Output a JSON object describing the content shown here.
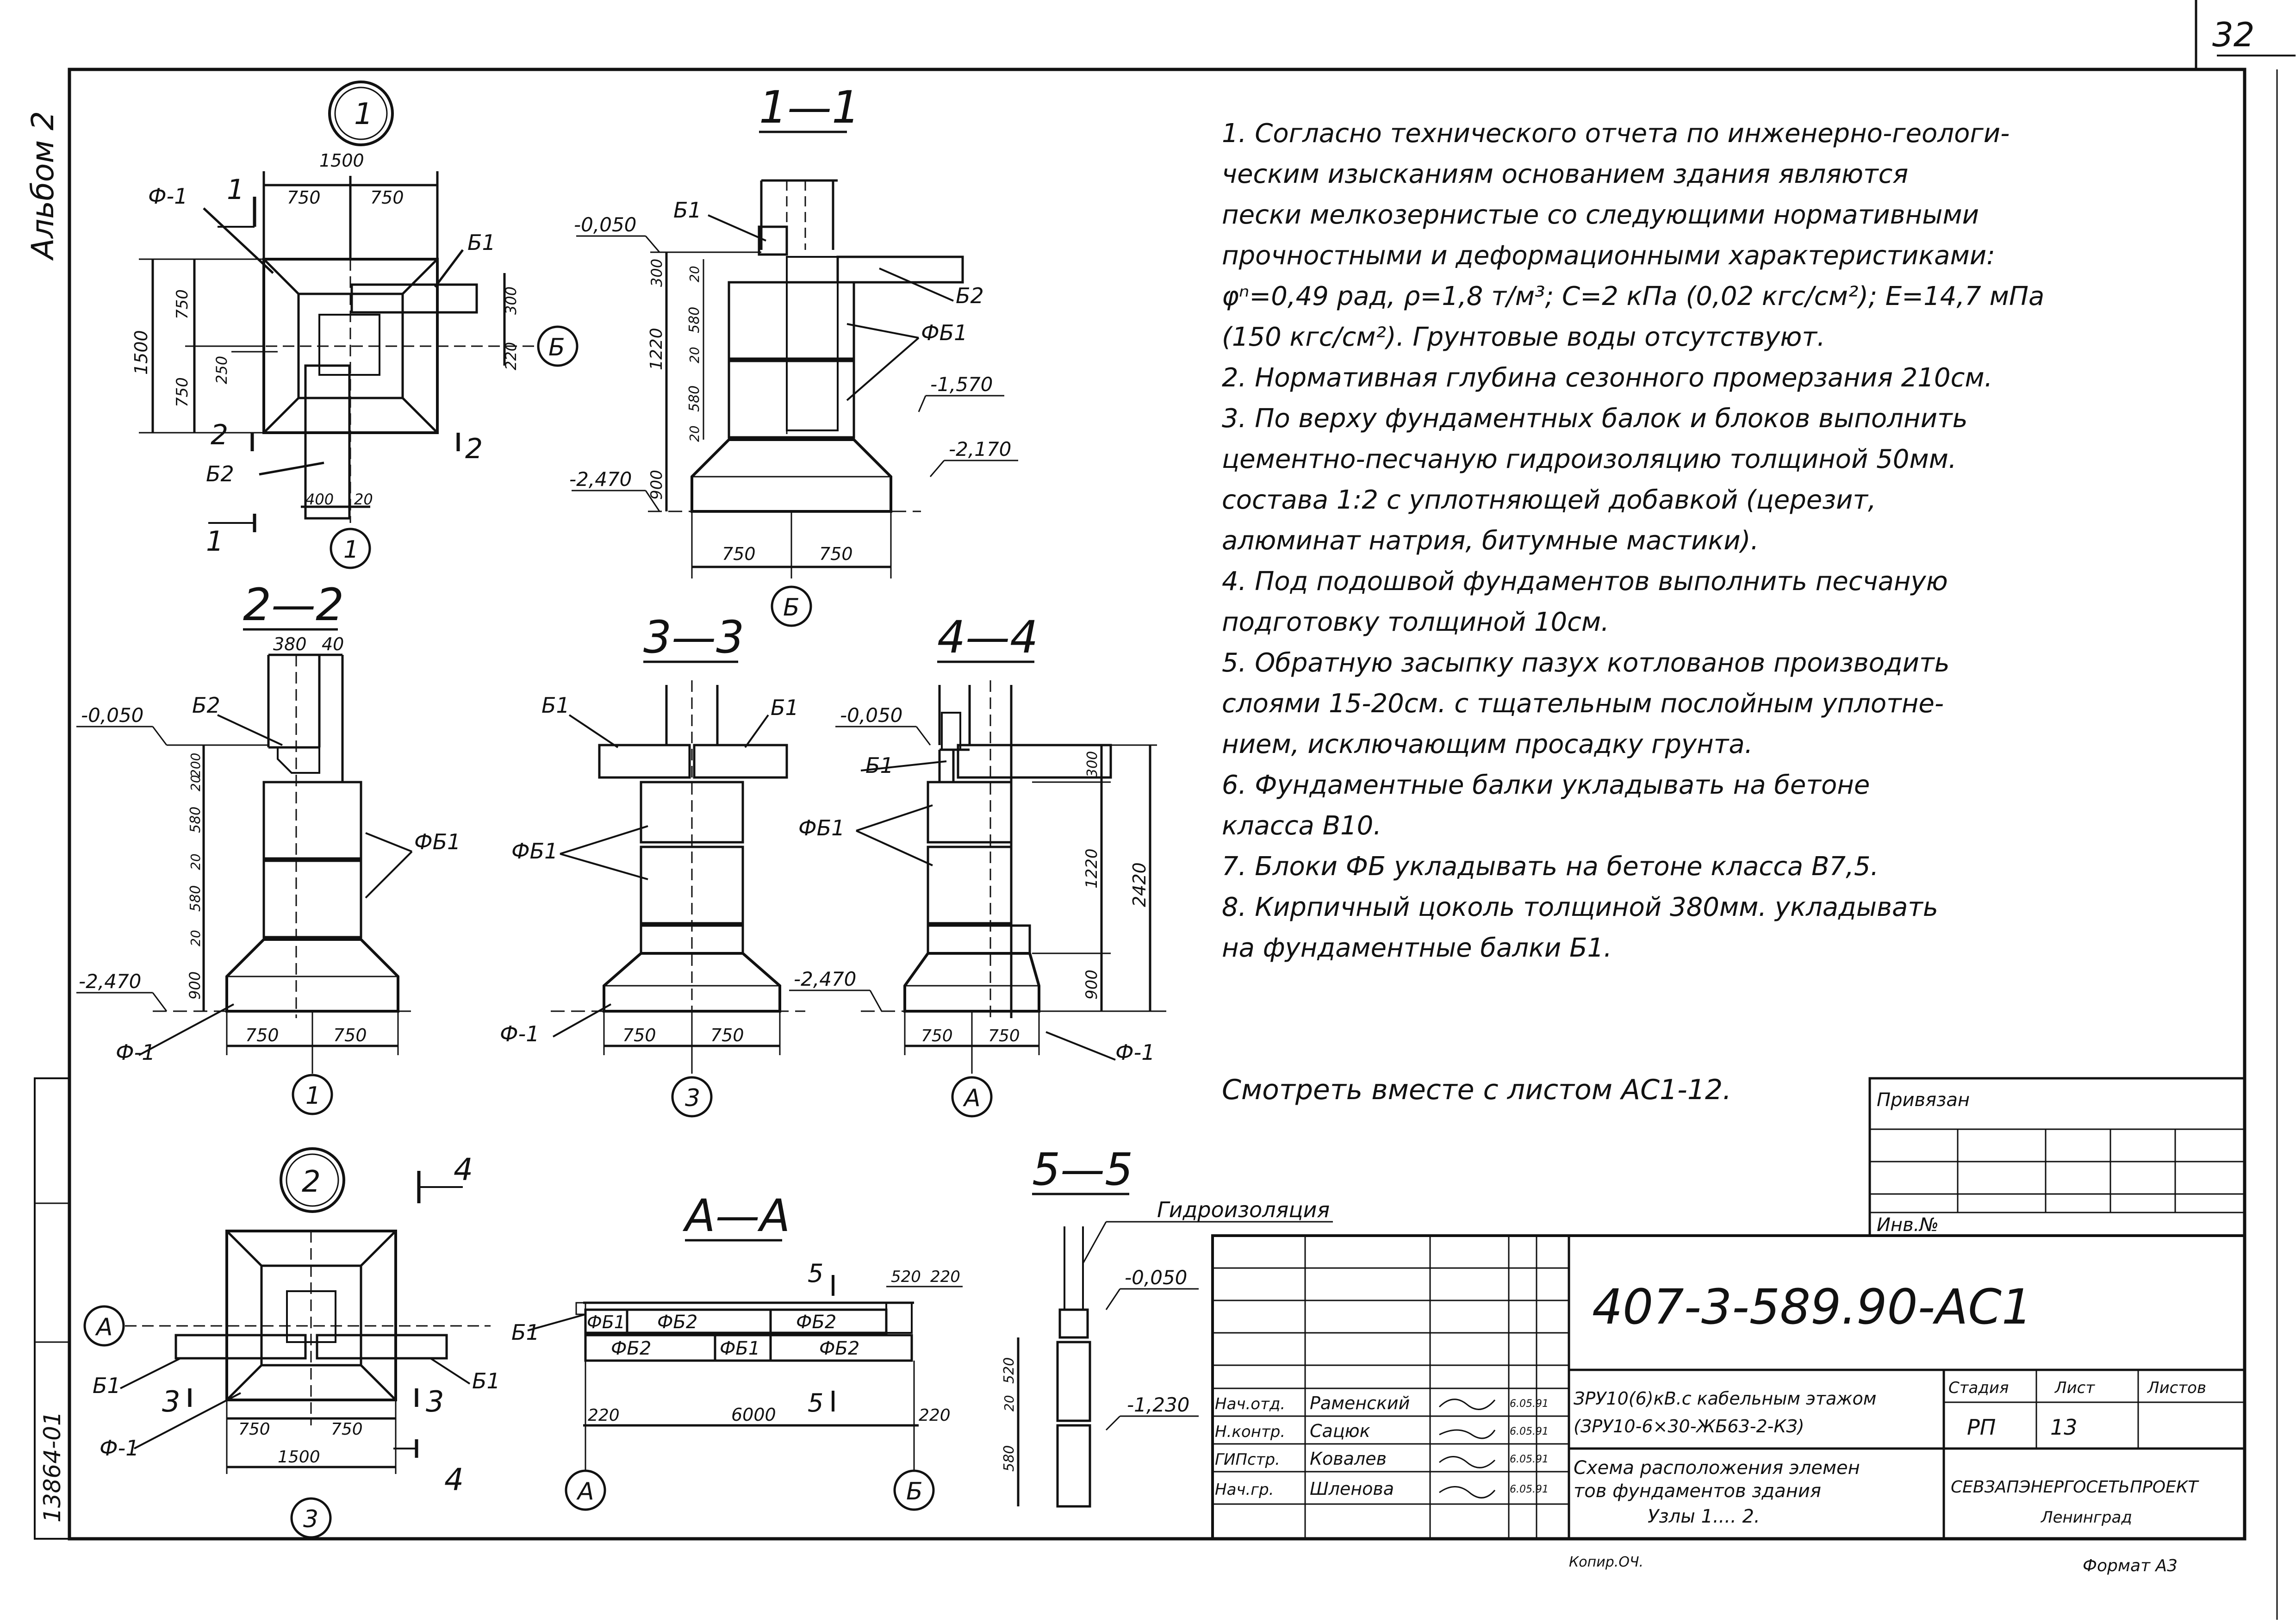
{
  "page_number": "32",
  "album_label": "Альбом 2",
  "side_stamp": "13864-01",
  "notes": [
    "1. Согласно технического отчета по инженерно-геологи-",
    "ческим изысканиям основанием здания являются",
    "пески мелкозернистые со следующими нормативными",
    "прочностными и деформационными характеристиками:",
    "φⁿ=0,49 рад, ρ=1,8 т/м³; С=2 кПа (0,02 кгс/см²); Е=14,7 мПа",
    "(150 кгс/см²). Грунтовые воды отсутствуют.",
    "2. Нормативная глубина сезонного промерзания 210см.",
    "3. По верху фундаментных балок и блоков выполнить",
    "цементно-песчаную гидроизоляцию толщиной 50мм.",
    "состава 1:2 с уплотняющей добавкой (церезит,",
    "алюминат натрия, битумные мастики).",
    "4. Под подошвой фундаментов выполнить песчаную",
    "подготовку толщиной 10см.",
    "5. Обратную засыпку пазух котлованов производить",
    "слоями 15-20см. с тщательным послойным уплотне-",
    "нием, исключающим просадку грунта.",
    "6. Фундаментные балки укладывать на бетоне",
    "класса В10.",
    "7. Блоки ФБ укладывать на бетоне класса В7,5.",
    "8. Кирпичный цоколь толщиной 380мм. укладывать",
    "на фундаментные балки Б1."
  ],
  "see_with": "Смотреть вместе с листом АС1-12.",
  "views": {
    "node1": {
      "num": "1",
      "d1500": "1500",
      "d750a": "750",
      "d750b": "750",
      "f1": "Ф-1",
      "b1": "Б1",
      "b2": "Б2",
      "sec1": "1",
      "sec2": "2",
      "axisB": "Б",
      "axis1": "1",
      "v1500": "1500",
      "v750a": "750",
      "v750b": "750",
      "d300": "300",
      "d220": "220",
      "d250": "250",
      "d400": "400",
      "d20": "20"
    },
    "s11": {
      "title": "1—1",
      "m050": "-0,050",
      "m1570": "-1,570",
      "m2170": "-2,170",
      "m2470": "-2,470",
      "b1": "Б1",
      "b2": "Б2",
      "fb1": "ФБ1",
      "d300": "300",
      "d20a": "20",
      "d1220": "1220",
      "d580a": "580",
      "d20b": "20",
      "d580b": "580",
      "d20c": "20",
      "d900": "900",
      "d750a": "750",
      "d750b": "750",
      "axis": "Б"
    },
    "s22": {
      "title": "2—2",
      "d380": "380",
      "d40": "40",
      "m050": "-0,050",
      "m2470": "-2,470",
      "b2": "Б2",
      "fb1": "ФБ1",
      "f1": "Ф-1",
      "d200": "200",
      "d20a": "20",
      "d580a": "580",
      "d20b": "20",
      "d580b": "580",
      "d20c": "20",
      "d900": "900",
      "d750a": "750",
      "d750b": "750",
      "axis": "1"
    },
    "s33": {
      "title": "3—3",
      "b1a": "Б1",
      "b1b": "Б1",
      "fb1": "ФБ1",
      "f1": "Ф-1",
      "m2470": "-2,470",
      "d750a": "750",
      "d750b": "750",
      "axis": "3"
    },
    "s44": {
      "title": "4—4",
      "m050": "-0,050",
      "b1": "Б1",
      "fb1": "ФБ1",
      "f1": "Ф-1",
      "d300": "300",
      "d1220": "1220",
      "d900": "900",
      "d2420": "2420",
      "d750a": "750",
      "d750b": "750",
      "axis": "А"
    },
    "node2": {
      "num": "2",
      "sec4a": "4",
      "sec4b": "4",
      "sec3a": "3",
      "sec3b": "3",
      "axisA": "А",
      "b1a": "Б1",
      "b1b": "Б1",
      "f1": "Ф-1",
      "d750a": "750",
      "d750b": "750",
      "d1500": "1500",
      "axis3": "3"
    },
    "aa": {
      "title": "А—А",
      "b1": "Б1",
      "fb1a": "ФБ1",
      "fb2a": "ФБ2",
      "fb2b": "ФБ2",
      "fb2c": "ФБ2",
      "fb1b": "ФБ1",
      "fb2d": "ФБ2",
      "sec5a": "5",
      "sec5b": "5",
      "d520": "520",
      "d220a": "220",
      "d220b": "220",
      "d6000": "6000",
      "d220c": "220",
      "axisA": "А",
      "axisB": "Б"
    },
    "s55": {
      "title": "5—5",
      "hydro": "Гидроизоляция",
      "m050": "-0,050",
      "m1230": "-1,230",
      "d520": "520",
      "d20": "20",
      "d580": "580"
    }
  },
  "title_block": {
    "privyazan": "Привязан",
    "inv": "Инв.№",
    "code": "407-3-589.90-АС1",
    "roles": [
      "Нач.отд.",
      "Н.контр.",
      "ГИПстр.",
      "Нач.гр."
    ],
    "names": [
      "Раменский",
      "Сацюк",
      "Ковалев",
      "Шленова"
    ],
    "dates": [
      "6.05.91",
      "6.05.91",
      "6.05.91",
      "6.05.91"
    ],
    "object_line1": "ЗРУ10(6)кВ.с кабельным этажом",
    "object_line2": "(ЗРУ10-6×30-ЖБ63-2-КЗ)",
    "desc_line1": "Схема расположения элемен",
    "desc_line2": "тов фундаментов здания",
    "desc_line3": "Узлы 1.... 2.",
    "stage_h": "Стадия",
    "sheet_h": "Лист",
    "sheets_h": "Листов",
    "stage": "РП",
    "sheet": "13",
    "org": "СЕВЗАПЭНЕРГОСЕТЬПРОЕКТ",
    "city": "Ленинград",
    "copied": "Копир.ОЧ.",
    "format": "Формат А3"
  }
}
